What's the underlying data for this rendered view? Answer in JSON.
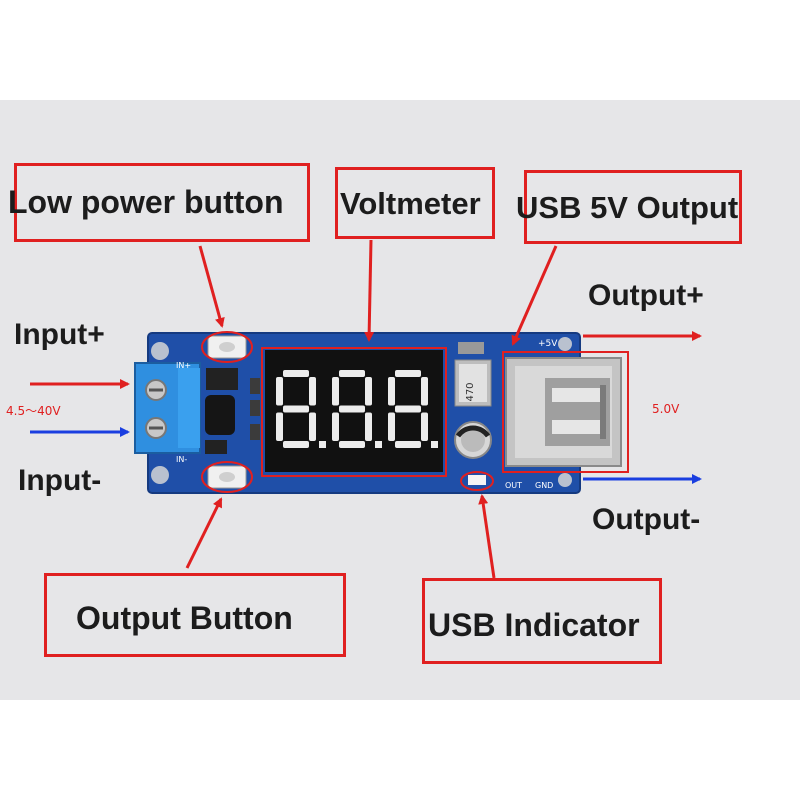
{
  "labels": {
    "low_power_button": "Low power button",
    "voltmeter": "Voltmeter",
    "usb_5v_output": "USB 5V Output",
    "output_plus": "Output+",
    "input_plus": "Input+",
    "input_minus": "Input-",
    "output_minus": "Output-",
    "output_button": "Output Button",
    "usb_indicator": "USB Indicator"
  },
  "annotations": {
    "input_range": "4.5～40V",
    "output_voltage": "5.0V",
    "display_digits": "8.8.8."
  },
  "board": {
    "in_plus": "IN+",
    "in_minus": "IN-",
    "plus5v": "+5V",
    "inductor": "470",
    "out": "OUT",
    "gnd": "GND"
  },
  "colors": {
    "callout": "#e02020",
    "pcb": "#1f4fa8",
    "positive_arrow": "#e02020",
    "negative_arrow": "#1a3ee0"
  }
}
